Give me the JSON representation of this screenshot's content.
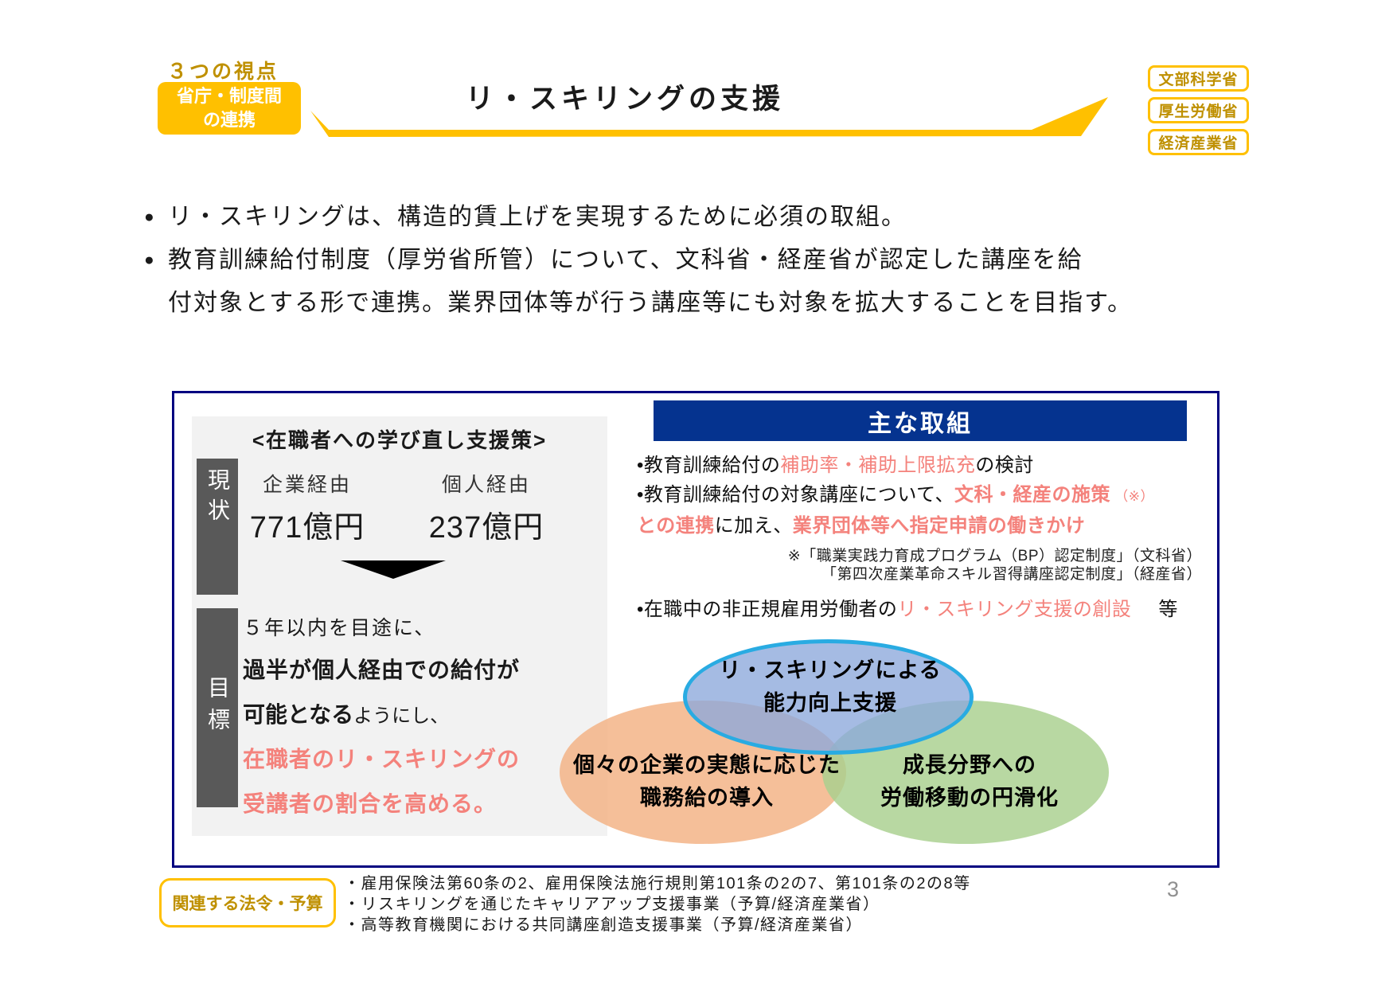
{
  "page_number": "3",
  "colors": {
    "gold": "#FFC000",
    "gold_text": "#BF9000",
    "navy_header_bar": "#05338F",
    "main_box_border": "#000080",
    "pink_accent": "#F4827C",
    "label_gray": "#595959",
    "panel_gray": "#F2F2F2",
    "venn_blue_fill": "#8CA8DB",
    "venn_blue_border": "#29ABE2",
    "venn_orange_fill": "#F3B183",
    "venn_green_fill": "#A8D08D"
  },
  "header": {
    "viewpoint_title": "３つの視点",
    "viewpoint_box_line1": "省庁・制度間",
    "viewpoint_box_line2": "の連携",
    "title": "リ・スキリングの支援",
    "ministries": [
      {
        "label": "文部科学省"
      },
      {
        "label": "厚生労働省"
      },
      {
        "label": "経済産業省"
      }
    ]
  },
  "intro": {
    "bullet_marker": "●",
    "bullet1": "リ・スキリングは、構造的賃上げを実現するために必須の取組。",
    "bullet2_line1": "教育訓練給付制度（厚労省所管）について、文科省・経産省が認定した講座を給",
    "bullet2_line2": "付対象とする形で連携。業界団体等が行う講座等にも対象を拡大することを目指す。"
  },
  "panel": {
    "heading": "<在職者への学び直し支援策>",
    "current_label": "現状",
    "current_items": [
      {
        "route": "企業経由",
        "amount": "771億円"
      },
      {
        "route": "個人経由",
        "amount": "237億円"
      }
    ],
    "goal_label": "目標",
    "goal_line1": "５年以内を目途に、",
    "goal_line2": "過半が個人経由での給付が",
    "goal_line3_bold": "可能となる",
    "goal_line3_rest": "ようにし、",
    "goal_line4": "在職者のリ・スキリングの",
    "goal_line5": "受講者の割合を高める。"
  },
  "actions": {
    "heading": "主な取組",
    "item1": [
      {
        "t": "•教育訓練給付の"
      },
      {
        "t": "補助率・補助上限拡充"
      },
      {
        "t": "の検討"
      }
    ],
    "item2_line1": [
      {
        "t": "•教育訓練給付の対象講座について、"
      },
      {
        "t": "文科・経産の施策"
      },
      {
        "t": " （※）"
      }
    ],
    "item2_line2": [
      {
        "t": "との連携"
      },
      {
        "t": "に加え、"
      },
      {
        "t": "業界団体等へ指定申請の働きかけ"
      }
    ],
    "note1": "※「職業実践力育成プログラム（BP）認定制度」（文科省）",
    "note2": "「第四次産業革命スキル習得講座認定制度」（経産省）",
    "item3": [
      {
        "t": "•在職中の非正規雇用労働者の"
      },
      {
        "t": "リ・スキリング支援の創設"
      },
      {
        "t": "等"
      }
    ]
  },
  "venn": {
    "blue_line1": "リ・スキリングによる",
    "blue_line2": "能力向上支援",
    "orange_line1": "個々の企業の実態に応じた",
    "orange_line2": "職務給の導入",
    "green_line1": "成長分野への",
    "green_line2": "労働移動の円滑化"
  },
  "footer": {
    "label": "関連する法令・予算",
    "lines": [
      "・雇用保険法第60条の2、雇用保険法施行規則第101条の2の7、第101条の2の8等",
      "・リスキリングを通じたキャリアアップ支援事業（予算/経済産業省）",
      "・高等教育機関における共同講座創造支援事業（予算/経済産業省）"
    ]
  }
}
